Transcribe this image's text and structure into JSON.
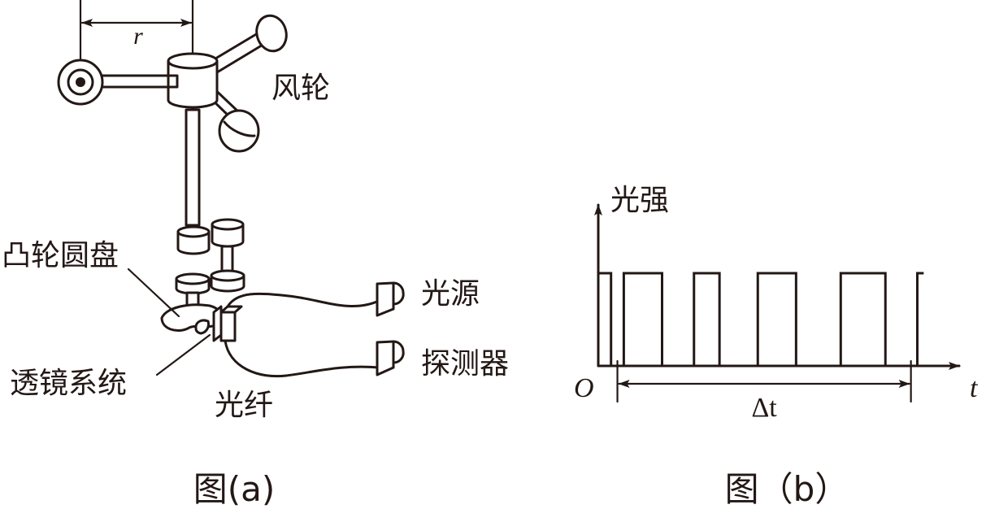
{
  "figure_a": {
    "radius_label": "r",
    "wind_wheel": "风轮",
    "cam_disk": "凸轮圆盘",
    "light_source": "光源",
    "detector": "探测器",
    "lens_system": "透镜系统",
    "optical_fiber": "光纤",
    "caption": "图(a)"
  },
  "figure_b": {
    "y_axis_label": "光强",
    "x_axis_label": "t",
    "origin_label": "O",
    "interval_label": "Δt",
    "caption": "图（b）"
  },
  "chart_data": {
    "type": "line",
    "title": "",
    "xlabel": "t",
    "ylabel": "光强",
    "x": [
      0,
      2,
      2,
      4,
      4,
      10,
      10,
      15,
      15,
      19,
      19,
      25,
      25,
      31,
      31,
      38,
      38,
      45,
      45,
      50,
      50
    ],
    "y": [
      1,
      1,
      0,
      0,
      1,
      1,
      0,
      0,
      1,
      1,
      0,
      0,
      1,
      1,
      0,
      0,
      1,
      1,
      0,
      0,
      1
    ],
    "pulses": [
      {
        "high_start": 0,
        "high_end": 2
      },
      {
        "high_start": 4,
        "high_end": 10
      },
      {
        "high_start": 15,
        "high_end": 19
      },
      {
        "high_start": 25,
        "high_end": 31
      },
      {
        "high_start": 38,
        "high_end": 45
      },
      {
        "high_start": 50,
        "high_end": 51
      }
    ],
    "delta_t_range": [
      3,
      49
    ],
    "grid": false,
    "legend": "none"
  }
}
